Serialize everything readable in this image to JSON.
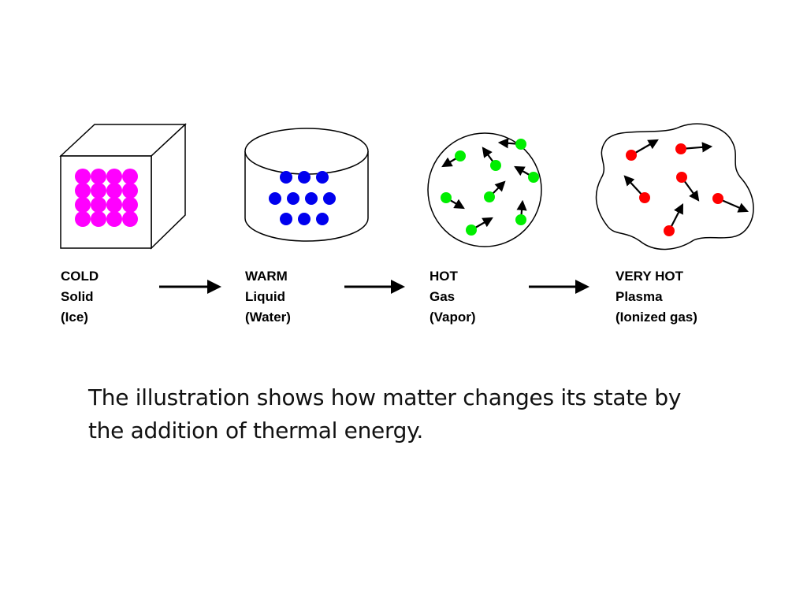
{
  "stages": [
    {
      "id": "solid",
      "temperature": "COLD",
      "state": "Solid",
      "example": "(Ice)",
      "particle_color": "#ff00ff"
    },
    {
      "id": "liquid",
      "temperature": "WARM",
      "state": "Liquid",
      "example": "(Water)",
      "particle_color": "#0000ee"
    },
    {
      "id": "gas",
      "temperature": "HOT",
      "state": "Gas",
      "example": "(Vapor)",
      "particle_color": "#00ee00"
    },
    {
      "id": "plasma",
      "temperature": "VERY HOT",
      "state": "Plasma",
      "example": "(Ionized gas)",
      "particle_color": "#ff0000"
    }
  ],
  "caption": "The illustration shows how matter changes its state by the addition of thermal energy.",
  "colors": {
    "outline": "#000000",
    "background": "#ffffff",
    "arrow": "#000000"
  }
}
